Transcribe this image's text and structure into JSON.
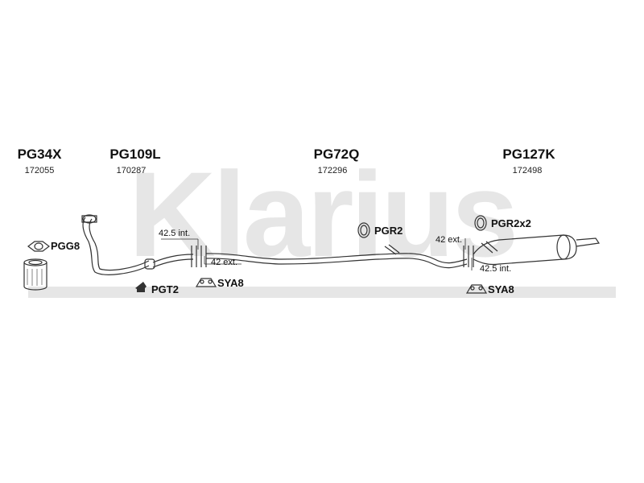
{
  "watermark": {
    "text": "Klarius",
    "color": "#e6e6e6"
  },
  "parts": [
    {
      "code": "PG34X",
      "number": "172055"
    },
    {
      "code": "PG109L",
      "number": "170287"
    },
    {
      "code": "PG72Q",
      "number": "172296"
    },
    {
      "code": "PG127K",
      "number": "172498"
    }
  ],
  "fittings": {
    "pgg8": "PGG8",
    "pgt2": "PGT2",
    "sya8_left": "SYA8",
    "pgr2": "PGR2",
    "pgr2x2": "PGR2x2",
    "sya8_right": "SYA8"
  },
  "dimensions": {
    "left_int": "42.5 int.",
    "left_ext": "42 ext.",
    "right_ext": "42 ext.",
    "right_int": "42.5 int."
  },
  "colors": {
    "line": "#333333",
    "ink": "#111111"
  }
}
